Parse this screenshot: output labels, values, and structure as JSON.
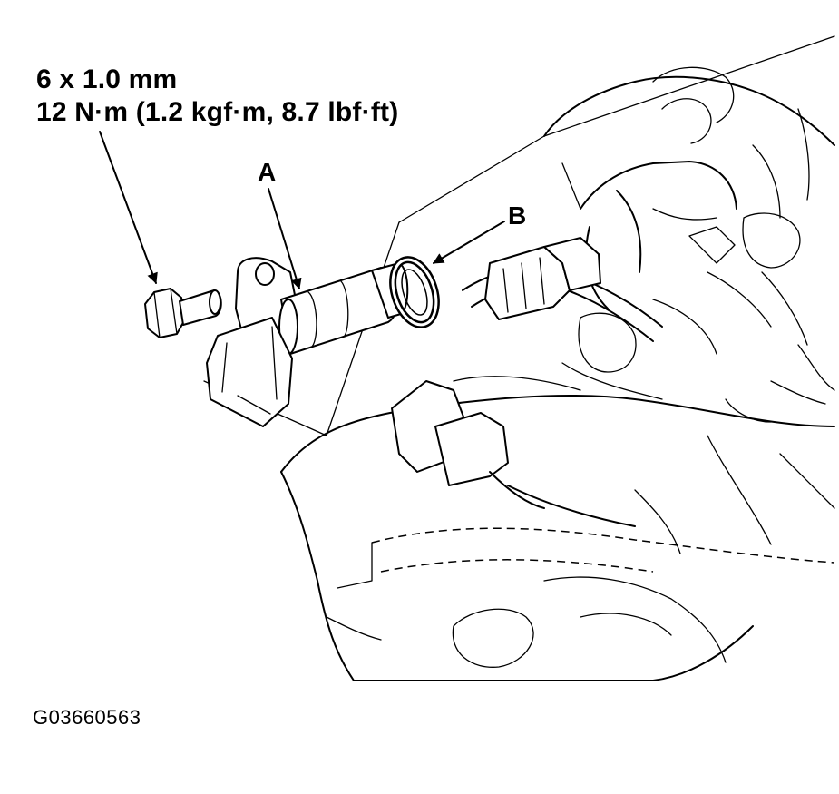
{
  "figure": {
    "spec_lines": [
      "6 x 1.0 mm",
      "12 N·m (1.2 kgf·m, 8.7 lbf·ft)"
    ],
    "callouts": {
      "a": "A",
      "b": "B"
    },
    "figure_id": "G03660563"
  }
}
